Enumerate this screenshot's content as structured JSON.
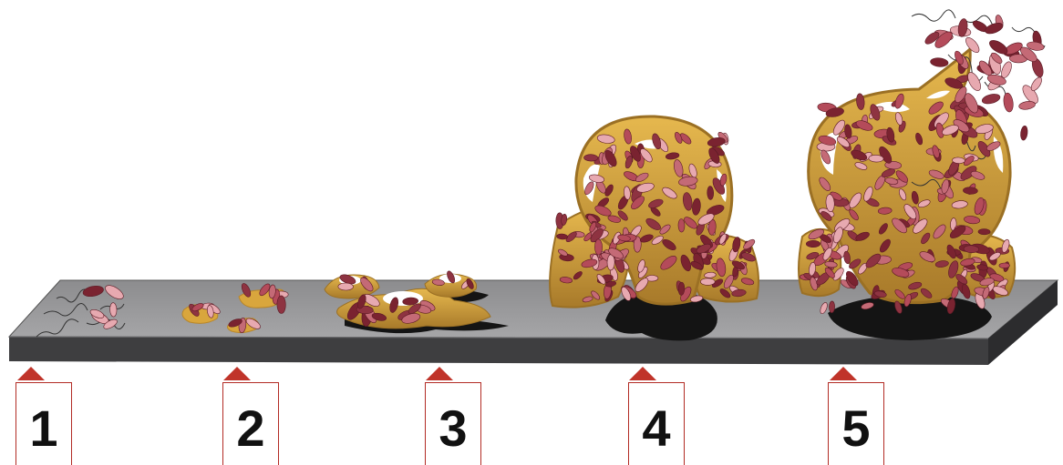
{
  "stages": [
    {
      "number": "1"
    },
    {
      "number": "2"
    },
    {
      "number": "3"
    },
    {
      "number": "4"
    },
    {
      "number": "5"
    }
  ],
  "colors": {
    "surface_top": "#9a9a9c",
    "surface_edge": "#3a3a3c",
    "matrix": "#d9a63d",
    "bacteria_dark": "#7a2330",
    "bacteria_mid": "#b44b5a",
    "bacteria_light": "#e7a9b0",
    "shadow": "#141414",
    "marker": "#c0342a",
    "label_border": "#b22b24"
  }
}
